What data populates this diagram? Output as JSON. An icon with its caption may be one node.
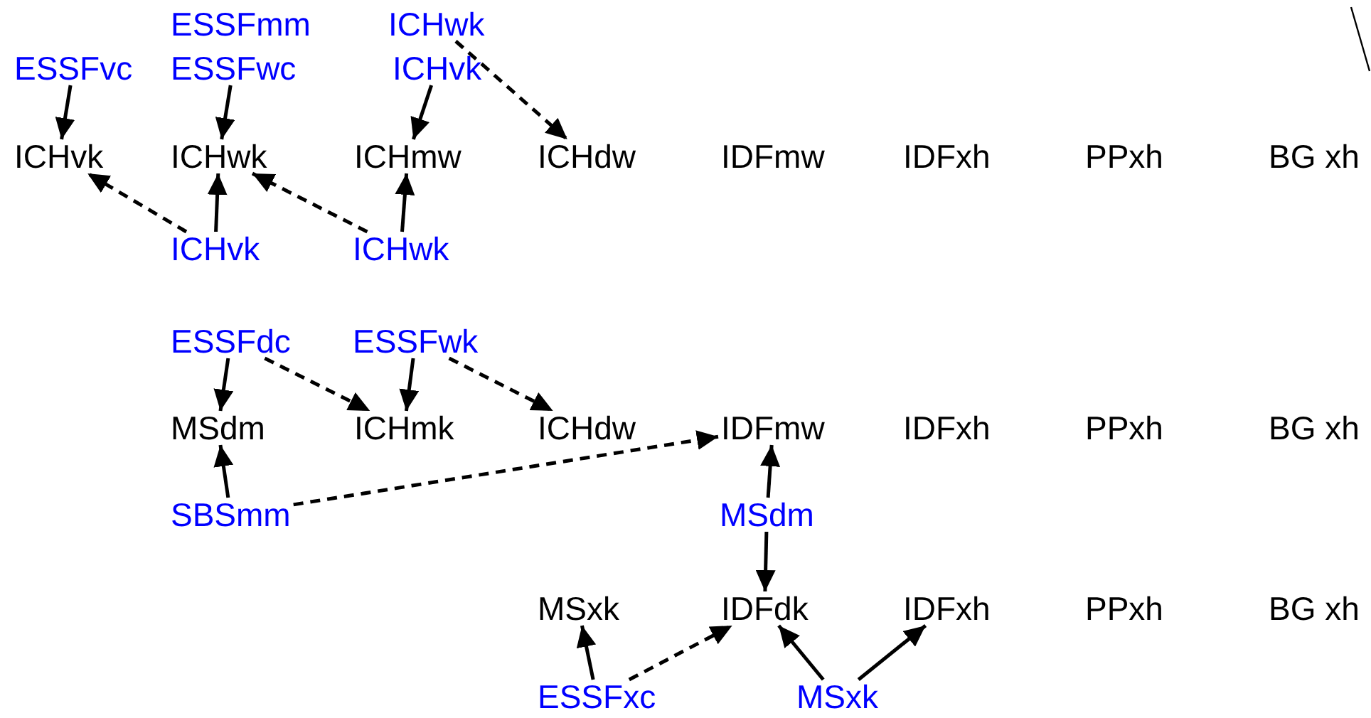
{
  "diagram": {
    "nodes": [
      {
        "text": [
          "ESSFmm"
        ]
      },
      {
        "text": [
          "ICHwk"
        ]
      },
      {
        "text": [
          "ESSFvc"
        ]
      },
      {
        "text": [
          "ESSFwc"
        ]
      },
      {
        "text": [
          "ICHvk"
        ]
      },
      {
        "text": [
          "ICHvk"
        ]
      },
      {
        "text": [
          "ICHwk"
        ]
      },
      {
        "text": [
          "ICHmw"
        ]
      },
      {
        "text": [
          "ICHdw"
        ]
      },
      {
        "text": [
          "IDFmw"
        ]
      },
      {
        "text": [
          "IDFxh"
        ]
      },
      {
        "text": [
          "PPxh"
        ]
      },
      {
        "text": [
          "BG xh"
        ]
      },
      {
        "text": [
          "ICHvk"
        ]
      },
      {
        "text": [
          "ICHwk"
        ]
      },
      {
        "text": [
          "ESSFdc"
        ]
      },
      {
        "text": [
          "ESSFwk"
        ]
      },
      {
        "text": [
          "MSdm"
        ]
      },
      {
        "text": [
          "ICHmk"
        ]
      },
      {
        "text": [
          "ICHdw"
        ]
      },
      {
        "text": [
          "IDFmw"
        ]
      },
      {
        "text": [
          "IDFxh"
        ]
      },
      {
        "text": [
          "PPxh"
        ]
      },
      {
        "text": [
          "BG xh"
        ]
      },
      {
        "text": [
          "SBSmm"
        ]
      },
      {
        "text": [
          "MSdm"
        ]
      },
      {
        "text": [
          "MSxk"
        ]
      },
      {
        "text": [
          "IDFdk"
        ]
      },
      {
        "text": [
          "IDFxh"
        ]
      },
      {
        "text": [
          "PPxh"
        ]
      },
      {
        "text": [
          "BG xh"
        ]
      },
      {
        "text": [
          "ESSFxc"
        ]
      },
      {
        "text": [
          "MSxk"
        ]
      }
    ],
    "edges": [
      {
        "from": 2,
        "to": 5,
        "arrow": "to"
      },
      {
        "from": 3,
        "to": 6,
        "arrow": "to"
      },
      {
        "from": 4,
        "to": 7,
        "arrow": "to"
      },
      {
        "from": 1,
        "to": 8,
        "arrow": "to",
        "style": "dashed"
      },
      {
        "from": 13,
        "to": 6,
        "arrow": "to"
      },
      {
        "from": 13,
        "to": 5,
        "arrow": "to",
        "style": "dashed"
      },
      {
        "from": 14,
        "to": 7,
        "arrow": "to"
      },
      {
        "from": 14,
        "to": 6,
        "arrow": "to",
        "style": "dashed"
      },
      {
        "from": 15,
        "to": 17,
        "arrow": "to"
      },
      {
        "from": 15,
        "to": 18,
        "arrow": "to",
        "style": "dashed"
      },
      {
        "from": 16,
        "to": 18,
        "arrow": "to"
      },
      {
        "from": 16,
        "to": 19,
        "arrow": "to",
        "style": "dashed"
      },
      {
        "from": 24,
        "to": 17,
        "arrow": "to"
      },
      {
        "from": 24,
        "to": 20,
        "arrow": "to",
        "style": "dashed"
      },
      {
        "from": 25,
        "to": 20,
        "arrow": "to"
      },
      {
        "from": 25,
        "to": 27,
        "arrow": "to"
      },
      {
        "from": 31,
        "to": 26,
        "arrow": "to"
      },
      {
        "from": 31,
        "to": 27,
        "arrow": "to",
        "style": "dashed"
      },
      {
        "from": 32,
        "to": 27,
        "arrow": "to"
      },
      {
        "from": 32,
        "to": 28,
        "arrow": "to"
      }
    ]
  }
}
